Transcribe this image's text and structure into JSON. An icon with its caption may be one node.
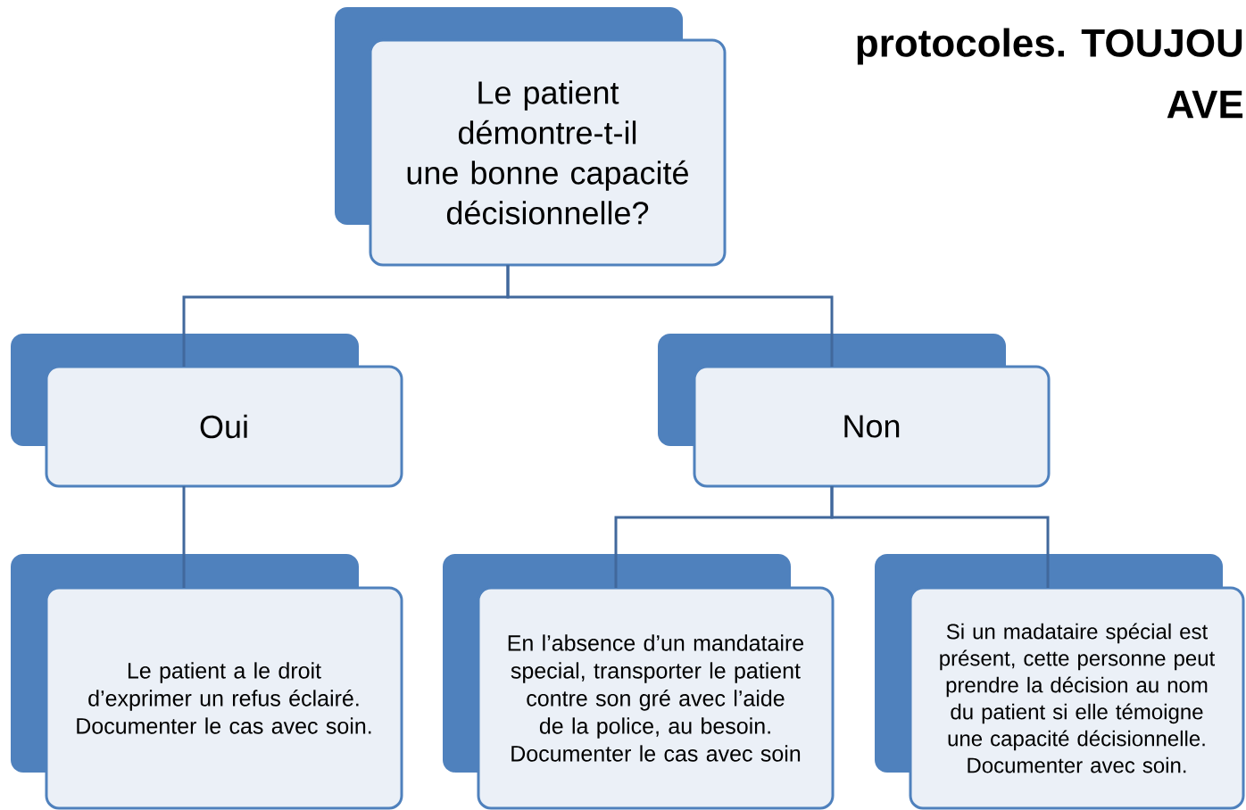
{
  "diagram": {
    "nodes": [
      {
        "text": [
          "Le patient démontre-t-il une bonne capacité décisionnelle?"
        ]
      },
      {
        "text": [
          "Oui"
        ]
      },
      {
        "text": [
          "Non"
        ]
      },
      {
        "text": [
          "Le patient a le droit d’exprimer un refus éclairé. Documenter le cas avec soin."
        ]
      },
      {
        "text": [
          "En l’absence d’un mandataire special, transporter le patient contre son gré avec l’aide de la police, au besoin. Documenter le cas avec soin"
        ]
      },
      {
        "text": [
          "Si un madataire spécial est présent, cette personne peut prendre la décision au nom du patient si elle témoigne une capacité décisionnelle. Documenter avec soin."
        ]
      }
    ],
    "edges": [
      {
        "from": 0,
        "to": 1,
        "arrow": "none"
      },
      {
        "from": 0,
        "to": 2,
        "arrow": "none"
      },
      {
        "from": 1,
        "to": 3,
        "arrow": "none"
      },
      {
        "from": 2,
        "to": 4,
        "arrow": "none"
      },
      {
        "from": 2,
        "to": 5,
        "arrow": "none"
      }
    ],
    "labels": [
      "protocoles. TOUJOU",
      "AVE"
    ]
  }
}
